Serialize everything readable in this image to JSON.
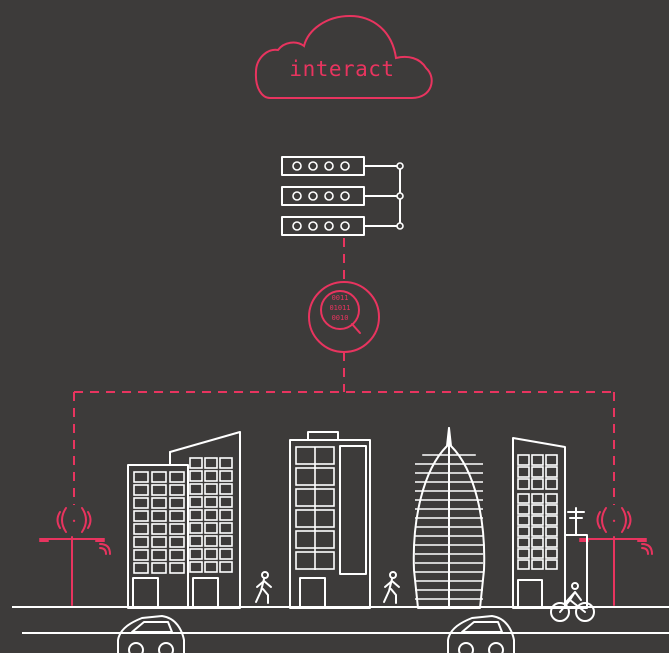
{
  "cloud": {
    "label": "interact"
  },
  "server": {
    "rows": 3,
    "leds_per_row": 4
  },
  "analytics": {
    "binary_lines": [
      "0011",
      "01011",
      "0010"
    ]
  },
  "colors": {
    "background": "#3d3b3a",
    "accent": "#e8345f",
    "line": "#ffffff"
  }
}
